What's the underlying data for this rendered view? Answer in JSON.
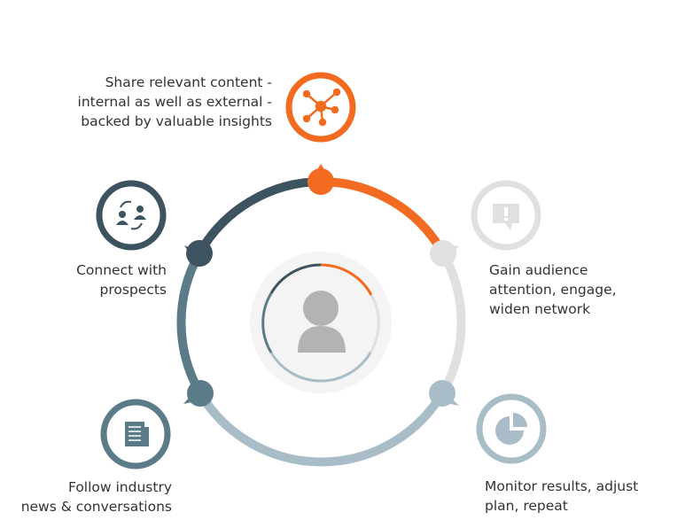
{
  "steps": [
    {
      "text": "Share relevant content -\ninternal as well as external -\nbacked by valuable insights",
      "icon": "network-share-icon",
      "color": "#f26b21"
    },
    {
      "text": "Gain audience\nattention, engage,\nwiden network",
      "icon": "speech-bubble-exclamation-icon",
      "color": "#e0e0e0"
    },
    {
      "text": "Monitor results, adjust\nplan, repeat",
      "icon": "pie-chart-icon",
      "color": "#a9bdc8"
    },
    {
      "text": "Follow industry\nnews & conversations",
      "icon": "newspaper-icon",
      "color": "#5b7b89"
    },
    {
      "text": "Connect with\nprospects",
      "icon": "people-exchange-icon",
      "color": "#3d5360"
    }
  ],
  "center": {
    "icon": "user-avatar-icon"
  }
}
